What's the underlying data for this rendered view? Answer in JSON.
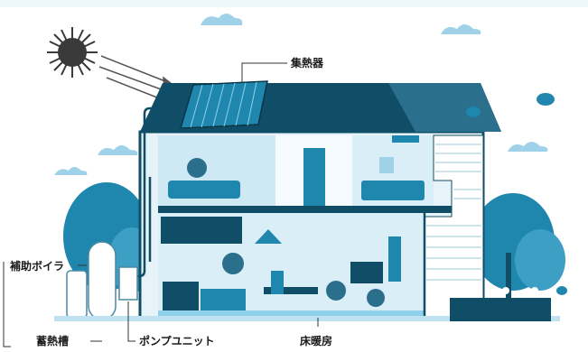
{
  "labels": {
    "collector": "集熱器",
    "aux_boiler": "補助ボイラ",
    "storage_tank": "蓄熱槽",
    "pump_unit": "ポンプユニット",
    "floor_heating": "床暖房"
  },
  "colors": {
    "primary": "#1f86ad",
    "dark": "#0f4e66",
    "light": "#bfe2f1",
    "pale": "#e6f4fa",
    "sky_cloud": "#9fd2e8",
    "sun": "#3a3a3a"
  }
}
